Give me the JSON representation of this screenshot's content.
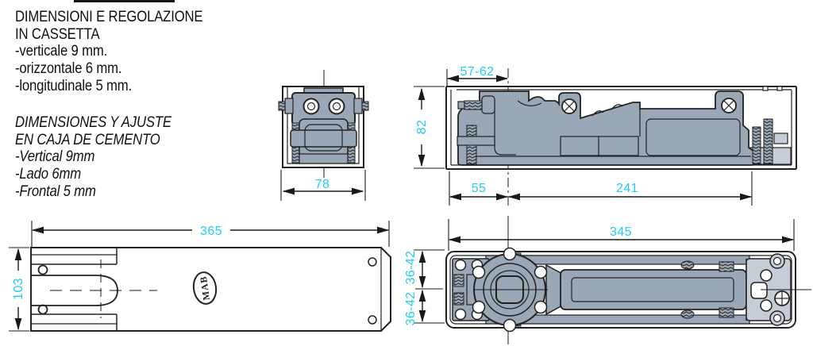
{
  "colors": {
    "accent_cyan": "#1FCFEF",
    "drawing_gray": "#9AA7B7",
    "light_gray": "#C6CDD6",
    "line": "#222222"
  },
  "notes_it": {
    "line1": "DIMENSIONI E REGOLAZIONE",
    "line2": "IN CASSETTA",
    "items": [
      "-verticale 9 mm.",
      "-orizzontale 6 mm.",
      "-longitudinale 5 mm."
    ]
  },
  "notes_es": {
    "line1": "DIMENSIONES Y AJUSTE",
    "line2": "EN CAJA DE CEMENTO",
    "items": [
      "-Vertical 9mm",
      "-Lado 6mm",
      "-Frontal 5 mm"
    ]
  },
  "views": {
    "front": {
      "dim_width": "78"
    },
    "side": {
      "dim_spindle_range": "57-62",
      "dim_height": "82",
      "dim_spindle": "55",
      "dim_body": "241"
    },
    "cover": {
      "dim_length": "365",
      "dim_width": "103",
      "logo": "MAB"
    },
    "mech": {
      "dim_length": "345",
      "dim_upper": "36-42",
      "dim_lower": "36-42"
    }
  }
}
